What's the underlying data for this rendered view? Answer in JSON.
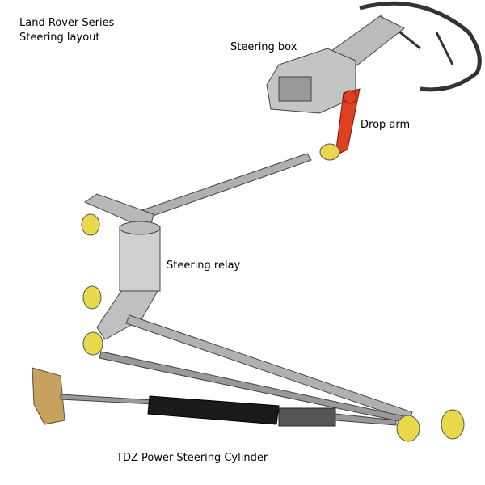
{
  "title": {
    "line1": "Land Rover Series",
    "line2": "Steering layout"
  },
  "labels": {
    "steering_box": "Steering box",
    "drop_arm": "Drop arm",
    "steering_relay": "Steering relay",
    "cylinder": "TDZ Power Steering Cylinder"
  },
  "colors": {
    "drop_arm": "#e04020",
    "ball_joint": "#e8d84a",
    "metal": "#a8a8a8",
    "cylinder": "#1a1a1a"
  }
}
